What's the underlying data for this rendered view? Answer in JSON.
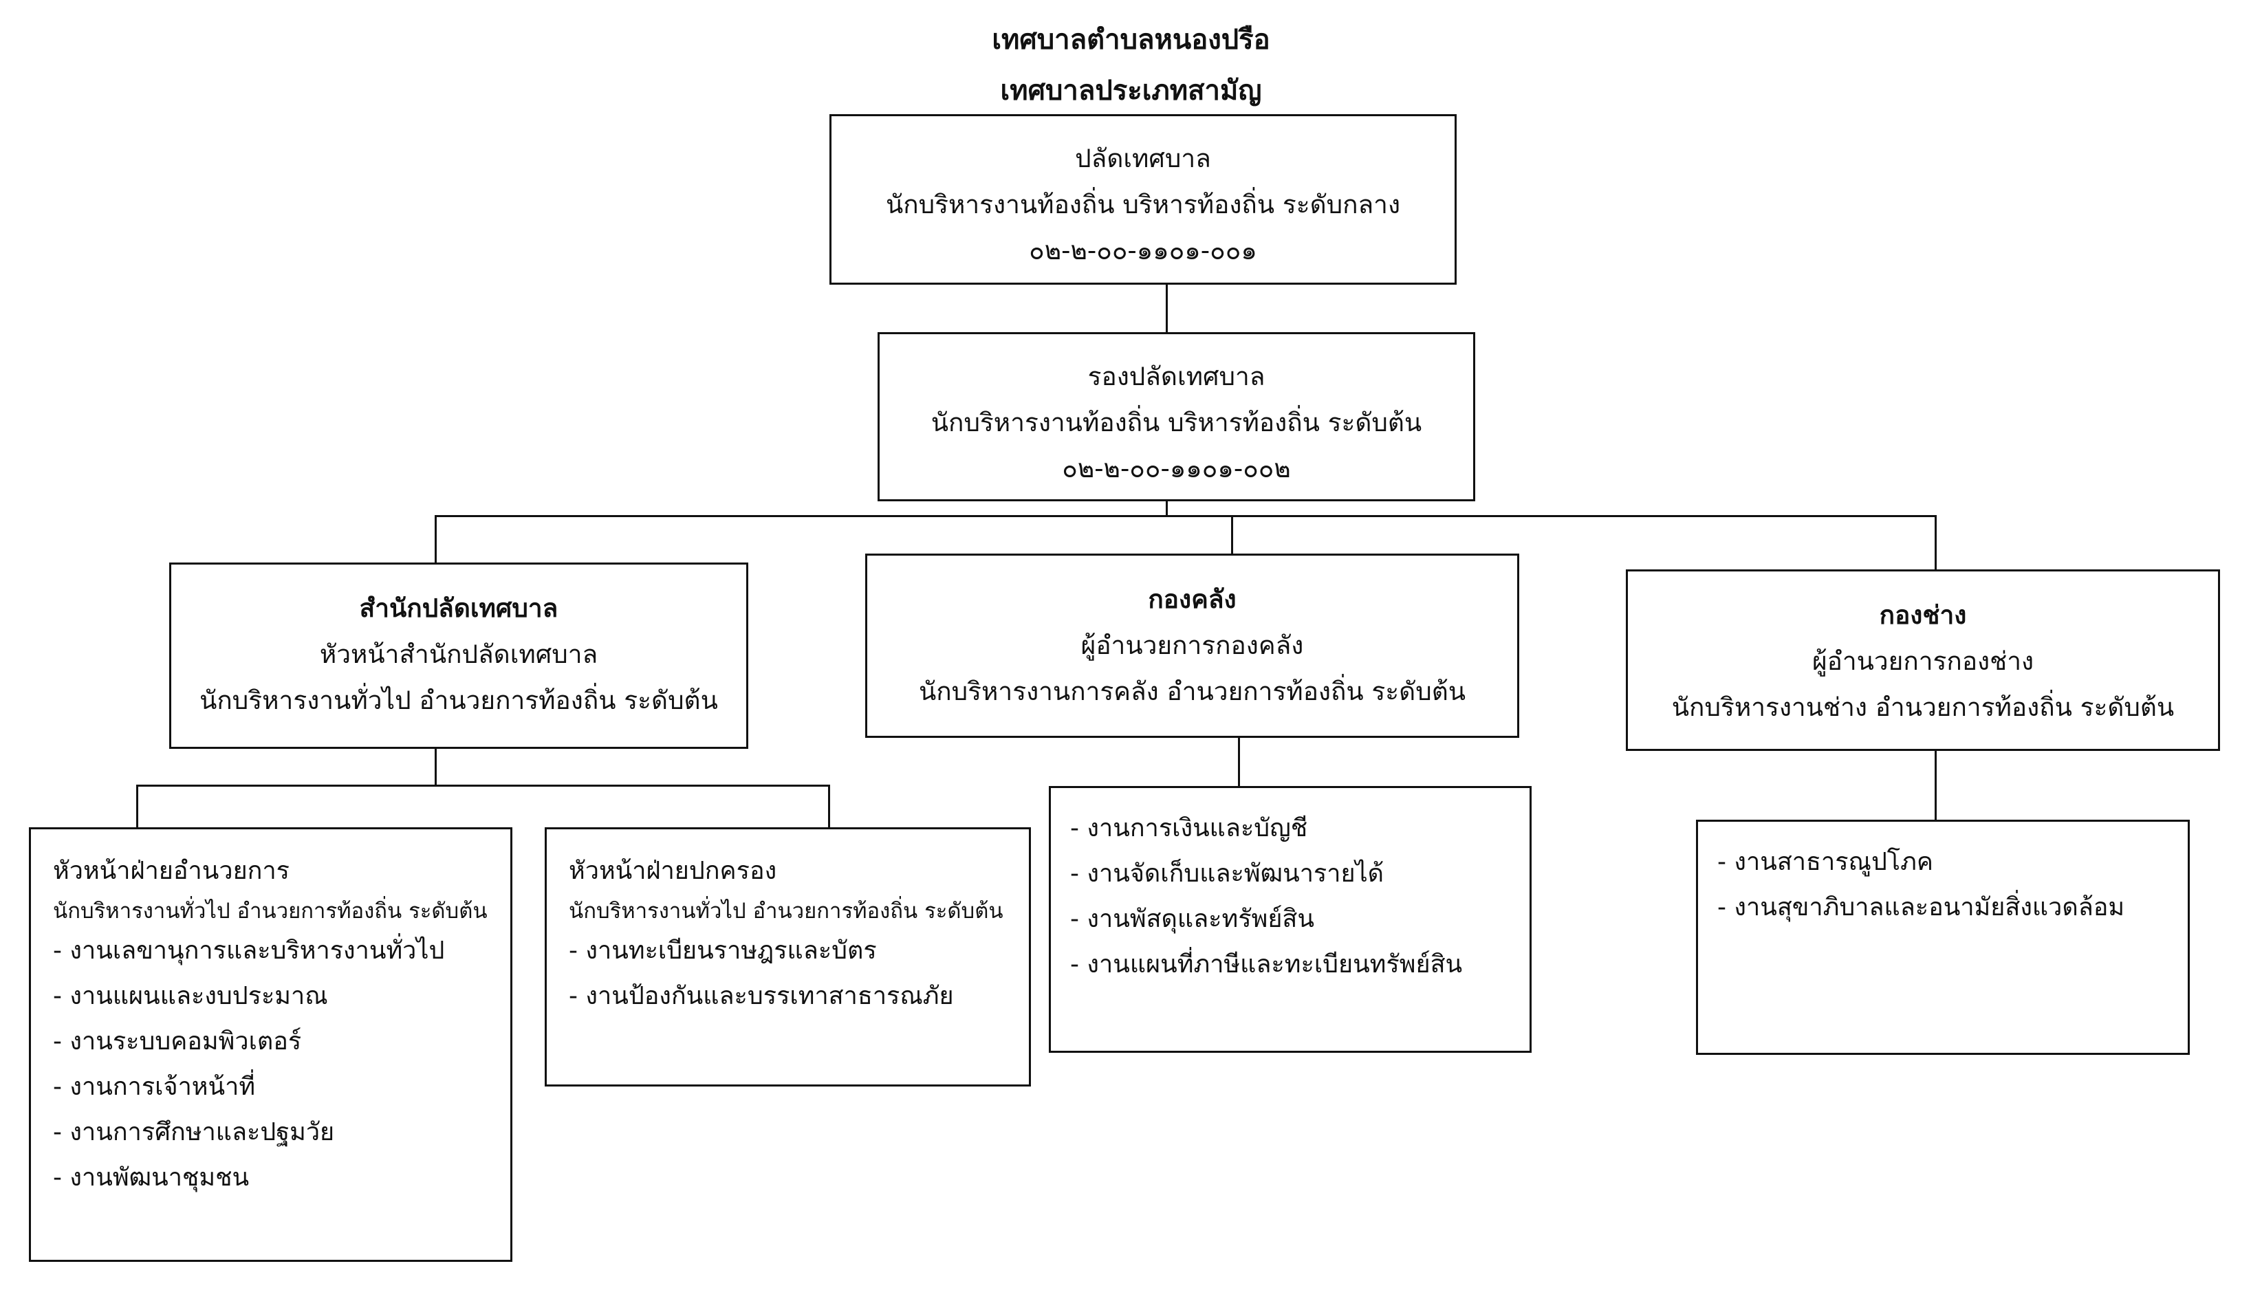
{
  "header": {
    "line1": "เทศบาลตำบลหนองปรือ",
    "line2": "เทศบาลประเภทสามัญ"
  },
  "org": {
    "palat": {
      "title": "ปลัดเทศบาล",
      "position": "นักบริหารงานท้องถิ่น บริหารท้องถิ่น ระดับกลาง",
      "code": "๐๒-๒-๐๐-๑๑๐๑-๐๐๑"
    },
    "deputy": {
      "title": "รองปลัดเทศบาล",
      "position": "นักบริหารงานท้องถิ่น บริหารท้องถิ่น ระดับต้น",
      "code": "๐๒-๒-๐๐-๑๑๐๑-๐๐๒"
    },
    "office": {
      "name": "สำนักปลัดเทศบาล",
      "head": "หัวหน้าสำนักปลัดเทศบาล",
      "position": "นักบริหารงานทั่วไป อำนวยการท้องถิ่น ระดับต้น"
    },
    "finance": {
      "name": "กองคลัง",
      "head": "ผู้อำนวยการกองคลัง",
      "position": "นักบริหารงานการคลัง อำนวยการท้องถิ่น ระดับต้น",
      "tasks": [
        "- งานการเงินและบัญชี",
        "- งานจัดเก็บและพัฒนารายได้",
        "- งานพัสดุและทรัพย์สิน",
        "- งานแผนที่ภาษีและทะเบียนทรัพย์สิน"
      ]
    },
    "engineering": {
      "name": "กองช่าง",
      "head": "ผู้อำนวยการกองช่าง",
      "position": "นักบริหารงานช่าง อำนวยการท้องถิ่น ระดับต้น",
      "tasks": [
        "- งานสาธารณูปโภค",
        "- งานสุขาภิบาลและอนามัยสิ่งแวดล้อม"
      ]
    },
    "admin_section": {
      "head": "หัวหน้าฝ่ายอำนวยการ",
      "position": "นักบริหารงานทั่วไป อำนวยการท้องถิ่น ระดับต้น",
      "tasks": [
        "- งานเลขานุการและบริหารงานทั่วไป",
        "- งานแผนและงบประมาณ",
        "- งานระบบคอมพิวเตอร์",
        "- งานการเจ้าหน้าที่",
        "- งานการศึกษาและปฐมวัย",
        "- งานพัฒนาชุมชน"
      ]
    },
    "governance_section": {
      "head": "หัวหน้าฝ่ายปกครอง",
      "position": "นักบริหารงานทั่วไป อำนวยการท้องถิ่น ระดับต้น",
      "tasks": [
        "- งานทะเบียนราษฎรและบัตร",
        "- งานป้องกันและบรรเทาสาธารณภัย"
      ]
    }
  }
}
